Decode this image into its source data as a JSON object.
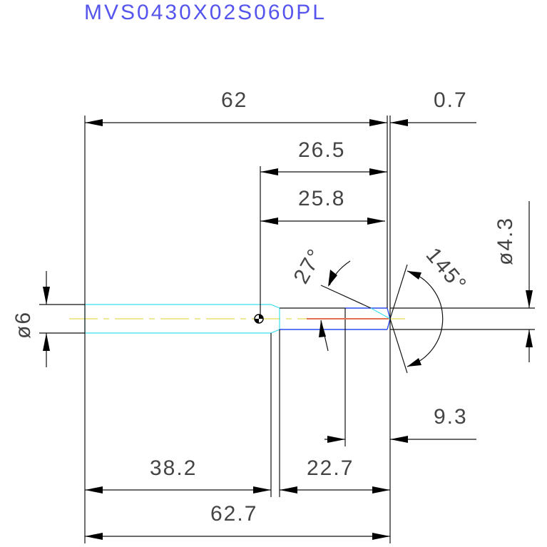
{
  "title": "MVS0430X02S060PL",
  "dimensions": {
    "total_length": "62",
    "offset": "0.7",
    "d1": "26.5",
    "d2": "25.8",
    "shank_dia": "ø6",
    "tip_dia": "ø4.3",
    "angle_neck": "27°",
    "angle_tip": "145°",
    "head_len": "9.3",
    "shank_len": "38.2",
    "neck_len": "22.7",
    "overall": "62.7"
  },
  "colors": {
    "shank": "#3ee0ee",
    "head": "#2a4cf0",
    "centerline": "#e8e070",
    "title": "#5555ee"
  }
}
